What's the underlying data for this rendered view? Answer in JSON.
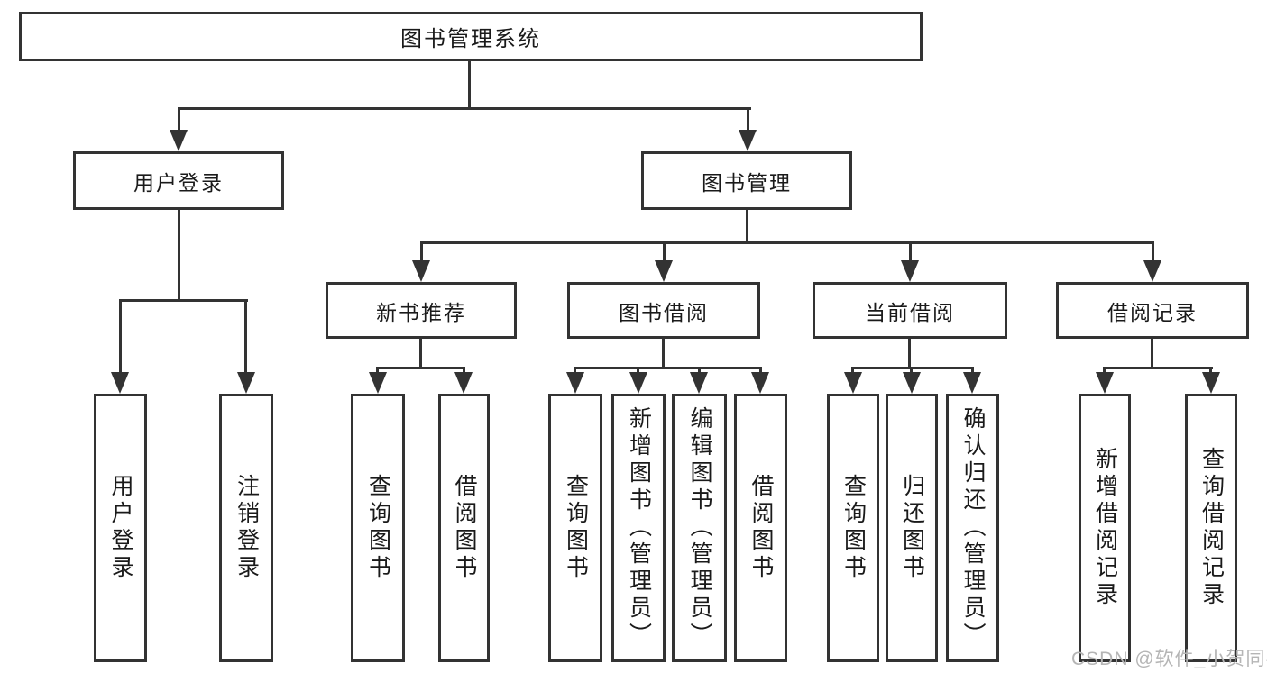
{
  "colors": {
    "line": "#333333",
    "text": "#1a1a1a",
    "background": "#ffffff",
    "watermark": "#b5b5b5"
  },
  "tree": {
    "label": "图书管理系统",
    "children": [
      {
        "label": "用户登录",
        "children": [
          {
            "label": "用户登录"
          },
          {
            "label": "注销登录"
          }
        ]
      },
      {
        "label": "图书管理",
        "children": [
          {
            "label": "新书推荐",
            "children": [
              {
                "label": "查询图书"
              },
              {
                "label": "借阅图书"
              }
            ]
          },
          {
            "label": "图书借阅",
            "children": [
              {
                "label": "查询图书"
              },
              {
                "label": "新增图书（管理员）"
              },
              {
                "label": "编辑图书（管理员）"
              },
              {
                "label": "借阅图书"
              }
            ]
          },
          {
            "label": "当前借阅",
            "children": [
              {
                "label": "查询图书"
              },
              {
                "label": "归还图书"
              },
              {
                "label": "确认归还（管理员）"
              }
            ]
          },
          {
            "label": "借阅记录",
            "children": [
              {
                "label": "新增借阅记录"
              },
              {
                "label": "查询借阅记录"
              }
            ]
          }
        ]
      }
    ]
  },
  "watermark": {
    "text": "CSDN @软件_小贺同学"
  }
}
